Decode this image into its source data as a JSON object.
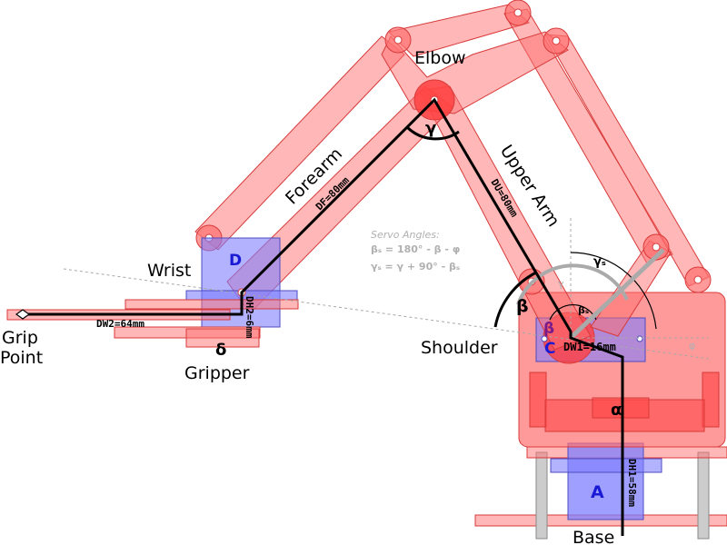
{
  "labels": {
    "elbow": "Elbow",
    "forearm": "Forearm",
    "upper_arm": "Upper Arm",
    "wrist": "Wrist",
    "shoulder": "Shoulder",
    "base": "Base",
    "gripper": "Gripper",
    "grip_point_line1": "Grip",
    "grip_point_line2": "Point"
  },
  "dimensions": {
    "forearm": "DF=80mm",
    "upper_arm": "DU=80mm",
    "wrist_horizontal": "DW2=64mm",
    "wrist_vertical": "DH2=6mm",
    "shoulder_offset": "DW1=16mm",
    "base_height": "DH1=58mm"
  },
  "angles": {
    "gamma": "γ",
    "beta": "β",
    "alpha": "α",
    "delta": "δ",
    "beta_s": "βₛ",
    "gamma_s": "γₛ",
    "phi": "φ",
    "beta_servo_mark": "β",
    "gamma_small": "γ"
  },
  "servos": {
    "a": "A",
    "c": "C",
    "d": "D"
  },
  "servo_angles_note": {
    "title": "Servo Angles:",
    "beta_line": "βₛ = 180° - β - φ",
    "gamma_line": "γₛ = γ + 90° - βₛ"
  },
  "colors": {
    "link_fill": "#ff6f6f",
    "link_stroke": "#d83a3a",
    "servo_fill": "#7f7fff",
    "kinematic_line": "#000000",
    "annotation_gray": "#a8a8a8"
  }
}
